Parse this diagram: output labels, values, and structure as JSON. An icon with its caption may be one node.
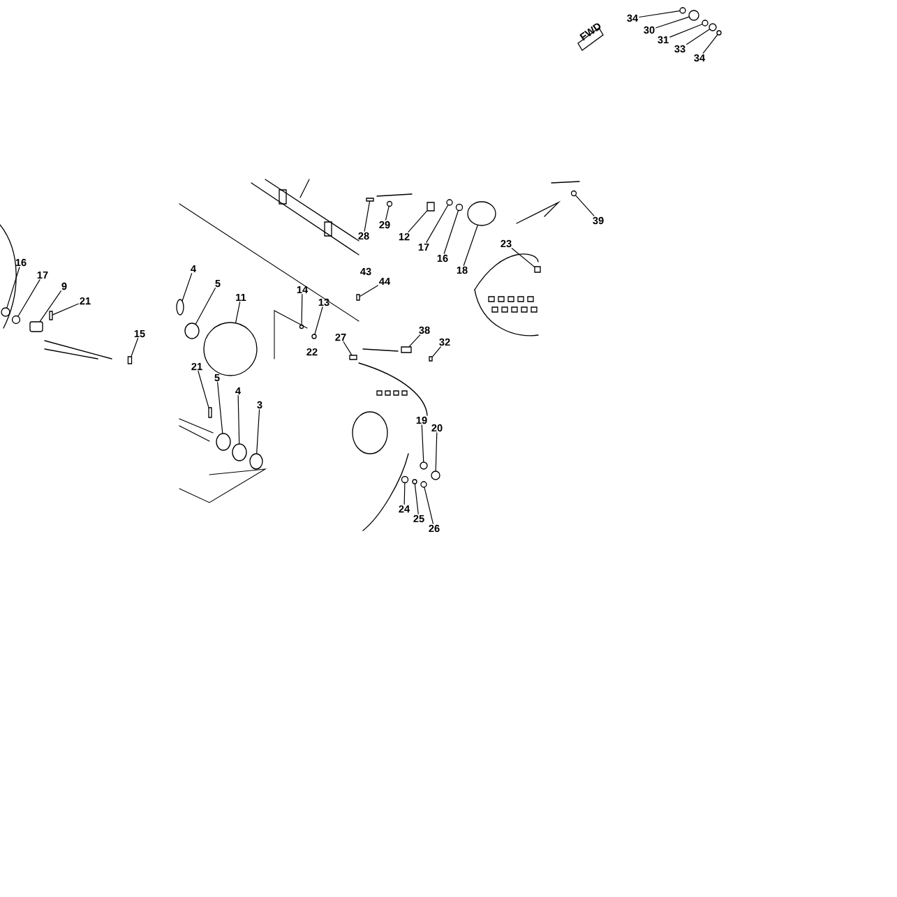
{
  "diagram": {
    "nodes": [
      {
        "text": [
          "34"
        ]
      },
      {
        "text": [
          "30"
        ]
      },
      {
        "text": [
          "31"
        ]
      },
      {
        "text": [
          "33"
        ]
      },
      {
        "text": [
          "34"
        ]
      },
      {
        "text": [
          "16"
        ]
      },
      {
        "text": [
          "17"
        ]
      },
      {
        "text": [
          "9"
        ]
      },
      {
        "text": [
          "21"
        ]
      },
      {
        "text": [
          "15"
        ]
      },
      {
        "text": [
          "4"
        ]
      },
      {
        "text": [
          "5"
        ]
      },
      {
        "text": [
          "11"
        ]
      },
      {
        "text": [
          "14"
        ]
      },
      {
        "text": [
          "13"
        ]
      },
      {
        "text": [
          "27"
        ]
      },
      {
        "text": [
          "28"
        ]
      },
      {
        "text": [
          "29"
        ]
      },
      {
        "text": [
          "12"
        ]
      },
      {
        "text": [
          "17"
        ]
      },
      {
        "text": [
          "16"
        ]
      },
      {
        "text": [
          "18"
        ]
      },
      {
        "text": [
          "23"
        ]
      },
      {
        "text": [
          "39"
        ]
      },
      {
        "text": [
          "44"
        ]
      },
      {
        "text": [
          "38"
        ]
      },
      {
        "text": [
          "32"
        ]
      },
      {
        "text": [
          "21"
        ]
      },
      {
        "text": [
          "5"
        ]
      },
      {
        "text": [
          "4"
        ]
      },
      {
        "text": [
          "3"
        ]
      },
      {
        "text": [
          "19"
        ]
      },
      {
        "text": [
          "20"
        ]
      },
      {
        "text": [
          "24"
        ]
      },
      {
        "text": [
          "25"
        ]
      },
      {
        "text": [
          "26"
        ]
      },
      {
        "text": [],
        "shape": "circle"
      },
      {
        "text": [],
        "shape": "circle"
      },
      {
        "text": [],
        "shape": "circle"
      },
      {
        "text": [],
        "shape": "circle"
      },
      {
        "text": [],
        "shape": "circle"
      },
      {
        "text": [],
        "shape": "circle"
      },
      {
        "text": [],
        "shape": "circle"
      },
      {
        "text": [],
        "shape": "cylinder"
      },
      {
        "text": [],
        "shape": "bar"
      },
      {
        "text": [],
        "shape": "bar"
      },
      {
        "text": [],
        "shape": "circle"
      },
      {
        "text": [],
        "shape": "circle"
      },
      {
        "text": [],
        "shape": "circle"
      },
      {
        "text": [],
        "shape": "circle"
      },
      {
        "text": [],
        "shape": "circle"
      },
      {
        "text": [],
        "shape": "box"
      },
      {
        "text": [],
        "shape": "bar"
      },
      {
        "text": [],
        "shape": "circle"
      },
      {
        "text": [],
        "shape": "box"
      },
      {
        "text": [],
        "shape": "circle"
      },
      {
        "text": [],
        "shape": "circle"
      },
      {
        "text": [],
        "shape": "circle"
      },
      {
        "text": [],
        "shape": "box"
      },
      {
        "text": [],
        "shape": "circle"
      },
      {
        "text": [],
        "shape": "bar"
      },
      {
        "text": [],
        "shape": "box"
      },
      {
        "text": [],
        "shape": "bar"
      },
      {
        "text": [],
        "shape": "bar"
      },
      {
        "text": [],
        "shape": "circle"
      },
      {
        "text": [],
        "shape": "circle"
      },
      {
        "text": [],
        "shape": "circle"
      },
      {
        "text": [],
        "shape": "circle"
      },
      {
        "text": [],
        "shape": "circle"
      },
      {
        "text": [],
        "shape": "circle"
      },
      {
        "text": [],
        "shape": "circle"
      },
      {
        "text": [],
        "shape": "circle"
      }
    ],
    "edges": [
      {
        "from": 0,
        "to": 36,
        "arrow": "none"
      },
      {
        "from": 1,
        "to": 37,
        "arrow": "none"
      },
      {
        "from": 2,
        "to": 38,
        "arrow": "none"
      },
      {
        "from": 3,
        "to": 39,
        "arrow": "none"
      },
      {
        "from": 4,
        "to": 40,
        "arrow": "none"
      },
      {
        "from": 5,
        "to": 41,
        "arrow": "none"
      },
      {
        "from": 6,
        "to": 42,
        "arrow": "none"
      },
      {
        "from": 7,
        "to": 43,
        "arrow": "none"
      },
      {
        "from": 8,
        "to": 44,
        "arrow": "none"
      },
      {
        "from": 9,
        "to": 45,
        "arrow": "none"
      },
      {
        "from": 10,
        "to": 46,
        "arrow": "none"
      },
      {
        "from": 11,
        "to": 47,
        "arrow": "none"
      },
      {
        "from": 12,
        "to": 48,
        "arrow": "none"
      },
      {
        "from": 13,
        "to": 49,
        "arrow": "none"
      },
      {
        "from": 14,
        "to": 50,
        "arrow": "none"
      },
      {
        "from": 15,
        "to": 51,
        "arrow": "none"
      },
      {
        "from": 16,
        "to": 52,
        "arrow": "none"
      },
      {
        "from": 17,
        "to": 53,
        "arrow": "none"
      },
      {
        "from": 18,
        "to": 54,
        "arrow": "none"
      },
      {
        "from": 19,
        "to": 55,
        "arrow": "none"
      },
      {
        "from": 20,
        "to": 56,
        "arrow": "none"
      },
      {
        "from": 21,
        "to": 57,
        "arrow": "none"
      },
      {
        "from": 22,
        "to": 58,
        "arrow": "none"
      },
      {
        "from": 23,
        "to": 59,
        "arrow": "none"
      },
      {
        "from": 24,
        "to": 60,
        "arrow": "none"
      },
      {
        "from": 25,
        "to": 61,
        "arrow": "none"
      },
      {
        "from": 26,
        "to": 62,
        "arrow": "none"
      },
      {
        "from": 27,
        "to": 63,
        "arrow": "none"
      },
      {
        "from": 28,
        "to": 64,
        "arrow": "none"
      },
      {
        "from": 29,
        "to": 65,
        "arrow": "none"
      },
      {
        "from": 30,
        "to": 66,
        "arrow": "none"
      },
      {
        "from": 31,
        "to": 67,
        "arrow": "none"
      },
      {
        "from": 32,
        "to": 68,
        "arrow": "none"
      },
      {
        "from": 33,
        "to": 69,
        "arrow": "none"
      },
      {
        "from": 34,
        "to": 70,
        "arrow": "none"
      },
      {
        "from": 35,
        "to": 71,
        "arrow": "none"
      }
    ],
    "labels": [
      "FWD",
      "43",
      "22"
    ]
  }
}
